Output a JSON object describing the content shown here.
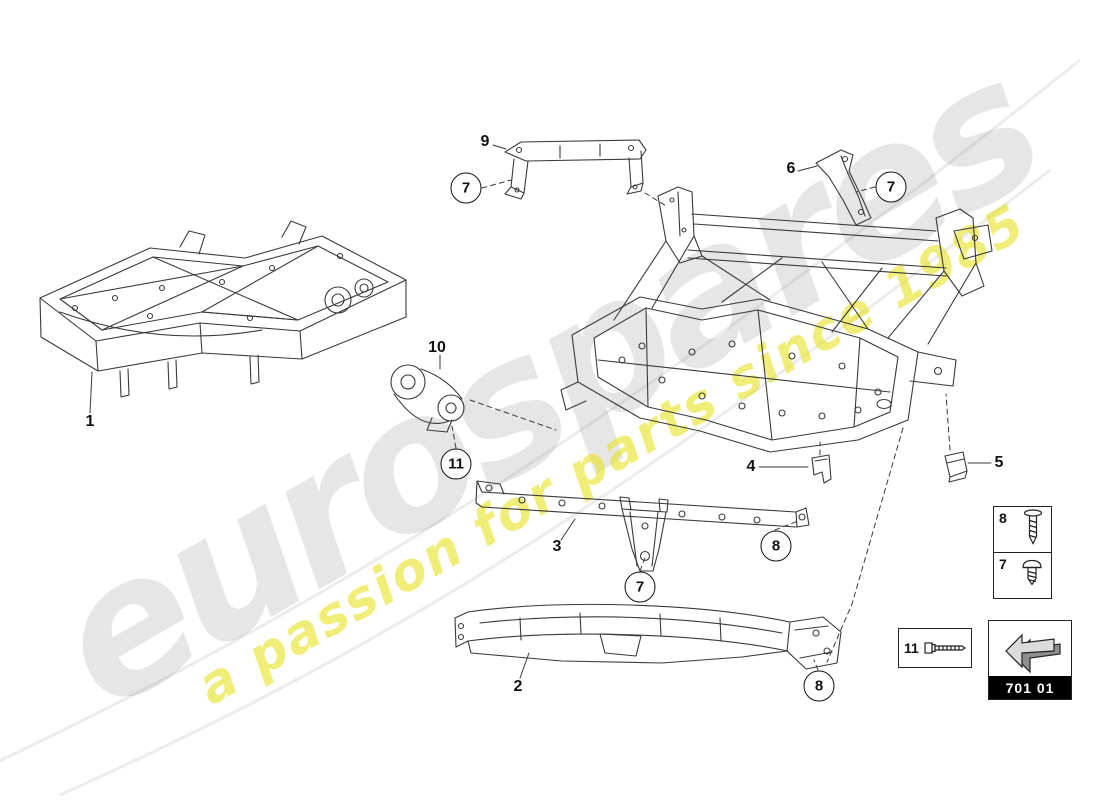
{
  "watermark": {
    "brand": "eurospares",
    "tagline": "a passion for parts since 1985"
  },
  "labels": {
    "item1": "1",
    "item2": "2",
    "item3": "3",
    "item4": "4",
    "item5": "5",
    "item6": "6",
    "item9": "9",
    "item10": "10"
  },
  "callouts": {
    "c7a": "7",
    "c7b": "7",
    "c7c": "7",
    "c8a": "8",
    "c8b": "8",
    "c11": "11"
  },
  "legend": {
    "fasteners": [
      {
        "label": "8",
        "icon": "flat-head-screw-icon"
      },
      {
        "label": "7",
        "icon": "pan-head-screw-icon"
      }
    ],
    "bolt": {
      "label": "11",
      "icon": "hex-bolt-icon"
    },
    "code": {
      "part_code": "701 01",
      "icon": "arrow-3d-icon"
    }
  }
}
